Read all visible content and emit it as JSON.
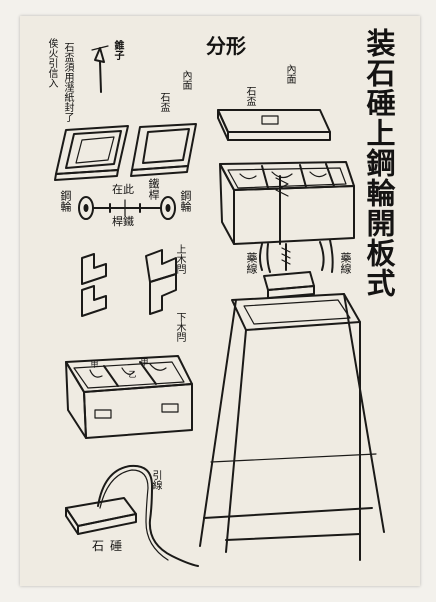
{
  "title": "装石硾上鋼輪開板式",
  "labels": {
    "fen_xing": "分形",
    "note_fuse": "石盃須用溼紙封了",
    "note_fire": "俟火引信入",
    "drill": "錐子",
    "cover_top": "內面",
    "cover_bottom": "石盃",
    "lid_top": "內面",
    "lid_bottom": "石盃",
    "bar_left": "在此",
    "bar_right": "鐵桿",
    "bar_under": "桿鐵",
    "wheel_left": "鋼輪",
    "wheel_right": "鋼輪",
    "upper_bolt": "上木閂",
    "lower_bolt": "下木閂",
    "powder_left": "藥線",
    "powder_right": "藥線",
    "fuse_rope": "引線",
    "stone_weight": "石硾",
    "box_in_left": "甲",
    "box_in_mid": "甲",
    "box_in_right": "乙"
  }
}
